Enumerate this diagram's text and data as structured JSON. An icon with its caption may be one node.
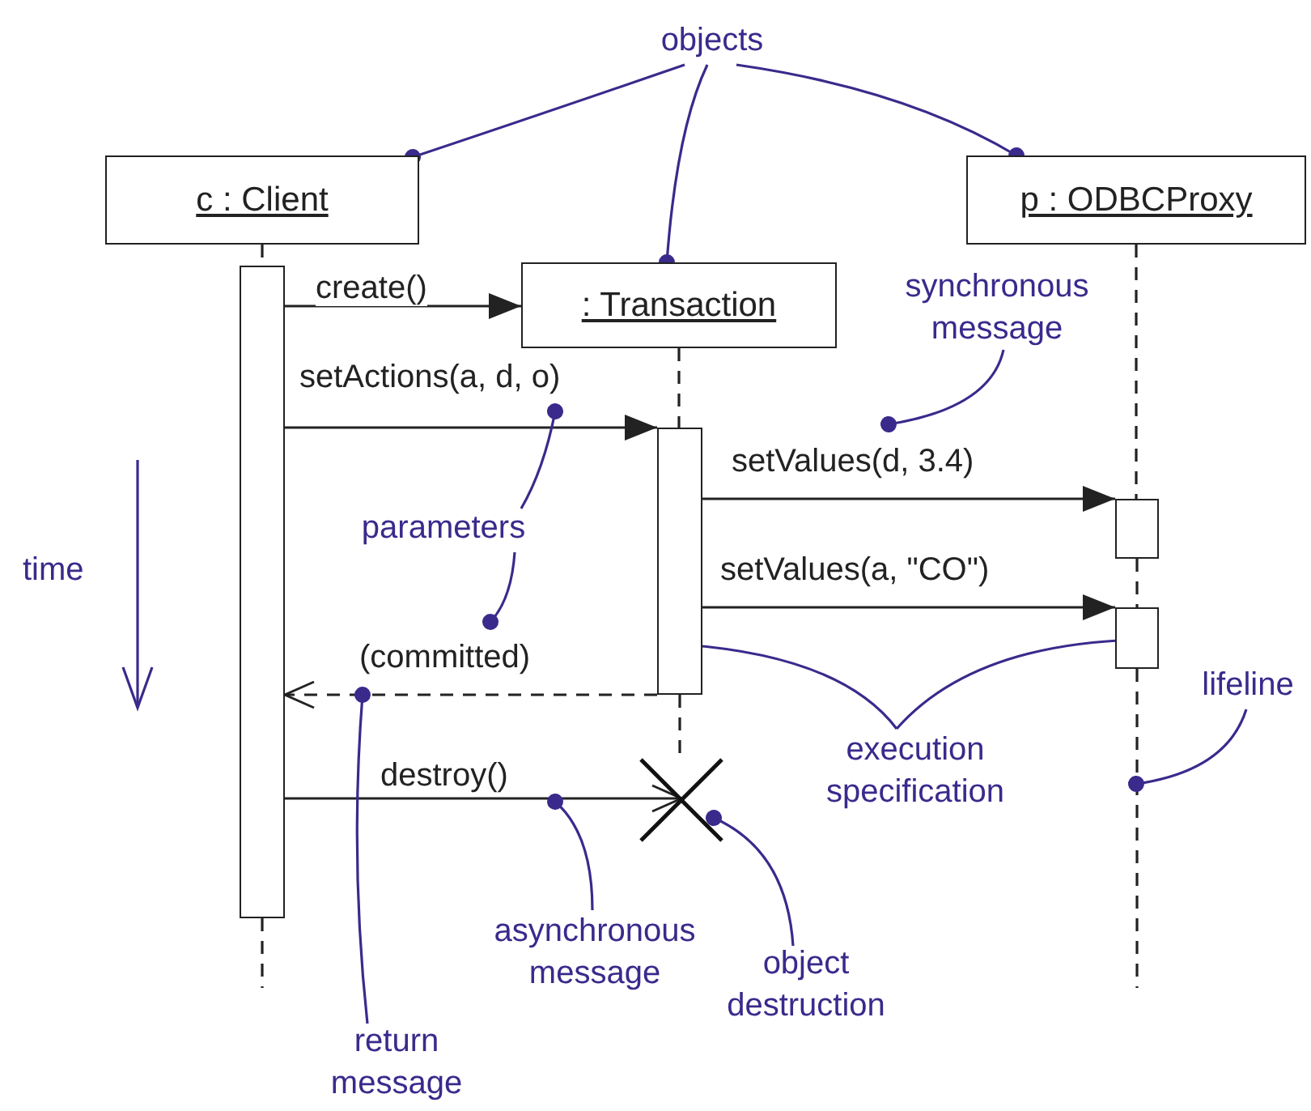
{
  "diagram": {
    "nodes": [
      {
        "text": [
          "c : Client"
        ]
      },
      {
        "text": [
          ": Transaction"
        ]
      },
      {
        "text": [
          "p : ODBCProxy"
        ]
      },
      {
        "text": [],
        "shape": "bar"
      },
      {
        "text": [],
        "shape": "bar"
      },
      {
        "text": [],
        "shape": "bar"
      },
      {
        "text": [],
        "shape": "bar"
      },
      {
        "text": [],
        "shape": "cross"
      },
      {
        "text": [
          "objects"
        ]
      },
      {
        "text": [
          "synchronous message"
        ]
      },
      {
        "text": [
          "parameters"
        ]
      },
      {
        "text": [
          "execution specification"
        ]
      },
      {
        "text": [
          "lifeline"
        ]
      },
      {
        "text": [
          "asynchronous message"
        ]
      },
      {
        "text": [
          "object destruction"
        ]
      },
      {
        "text": [
          "return message"
        ]
      }
    ],
    "edges": [
      {
        "from": 0,
        "to": 3,
        "arrow": "none",
        "style": "dashed"
      },
      {
        "from": 3,
        "to": null,
        "arrow": "none",
        "style": "dashed"
      },
      {
        "from": 1,
        "to": 4,
        "arrow": "none",
        "style": "dashed"
      },
      {
        "from": 4,
        "to": 7,
        "arrow": "none",
        "style": "dashed"
      },
      {
        "from": 2,
        "to": 5,
        "arrow": "none",
        "style": "dashed"
      },
      {
        "from": 5,
        "to": 6,
        "arrow": "none",
        "style": "dashed"
      },
      {
        "from": 6,
        "to": null,
        "arrow": "none",
        "style": "dashed"
      },
      {
        "from": 3,
        "to": 1,
        "arrow": "to",
        "label": "create()"
      },
      {
        "from": 3,
        "to": 4,
        "arrow": "to",
        "label": "setActions(a, d, o)"
      },
      {
        "from": 4,
        "to": 5,
        "arrow": "to",
        "label": "setValues(d, 3.4)"
      },
      {
        "from": 4,
        "to": 6,
        "arrow": "to",
        "label": "setValues(a, \"CO\")"
      },
      {
        "from": 4,
        "to": 3,
        "arrow": "to",
        "label": "(committed)",
        "style": "dashed"
      },
      {
        "from": 3,
        "to": 7,
        "arrow": "to",
        "label": "destroy()"
      },
      {
        "from": 8,
        "to": 0,
        "arrow": "other",
        "color": "#3a2a8c"
      },
      {
        "from": 8,
        "to": 1,
        "arrow": "other",
        "color": "#3a2a8c"
      },
      {
        "from": 8,
        "to": 2,
        "arrow": "other",
        "color": "#3a2a8c"
      },
      {
        "from": 9,
        "to": null,
        "arrow": "other",
        "color": "#3a2a8c"
      },
      {
        "from": 10,
        "to": null,
        "arrow": "other",
        "color": "#3a2a8c"
      },
      {
        "from": 10,
        "to": null,
        "arrow": "other",
        "color": "#3a2a8c"
      },
      {
        "from": 11,
        "to": 4,
        "arrow": "other",
        "color": "#3a2a8c"
      },
      {
        "from": 11,
        "to": 6,
        "arrow": "other",
        "color": "#3a2a8c"
      },
      {
        "from": 12,
        "to": null,
        "arrow": "other",
        "color": "#3a2a8c"
      },
      {
        "from": 13,
        "to": null,
        "arrow": "other",
        "color": "#3a2a8c"
      },
      {
        "from": 14,
        "to": 7,
        "arrow": "other",
        "color": "#3a2a8c"
      },
      {
        "from": 15,
        "to": null,
        "arrow": "other",
        "color": "#3a2a8c"
      }
    ],
    "labels": [
      "time"
    ]
  }
}
